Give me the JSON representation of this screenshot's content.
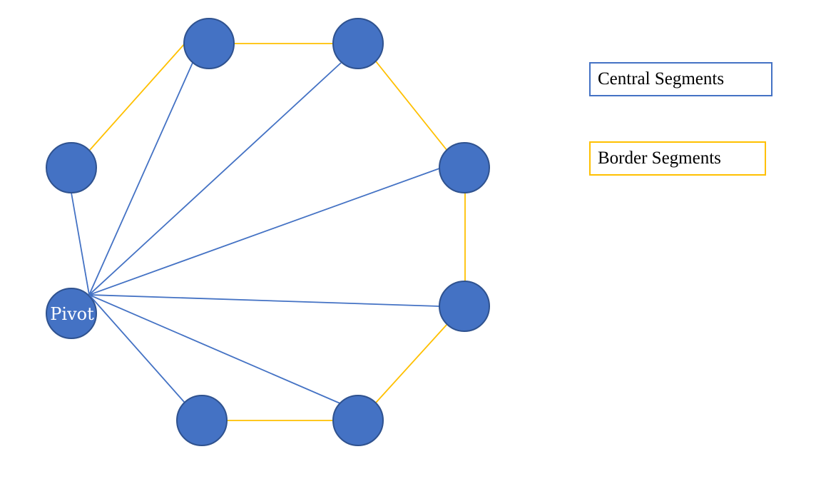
{
  "diagram": {
    "pivot_label": "Pivot",
    "node_color": "#4472c4",
    "node_border_color": "#2f528f",
    "central_color": "#4472c4",
    "border_color": "#ffc000"
  },
  "legend": {
    "central_label": "Central Segments",
    "border_label": "Border Segments"
  }
}
